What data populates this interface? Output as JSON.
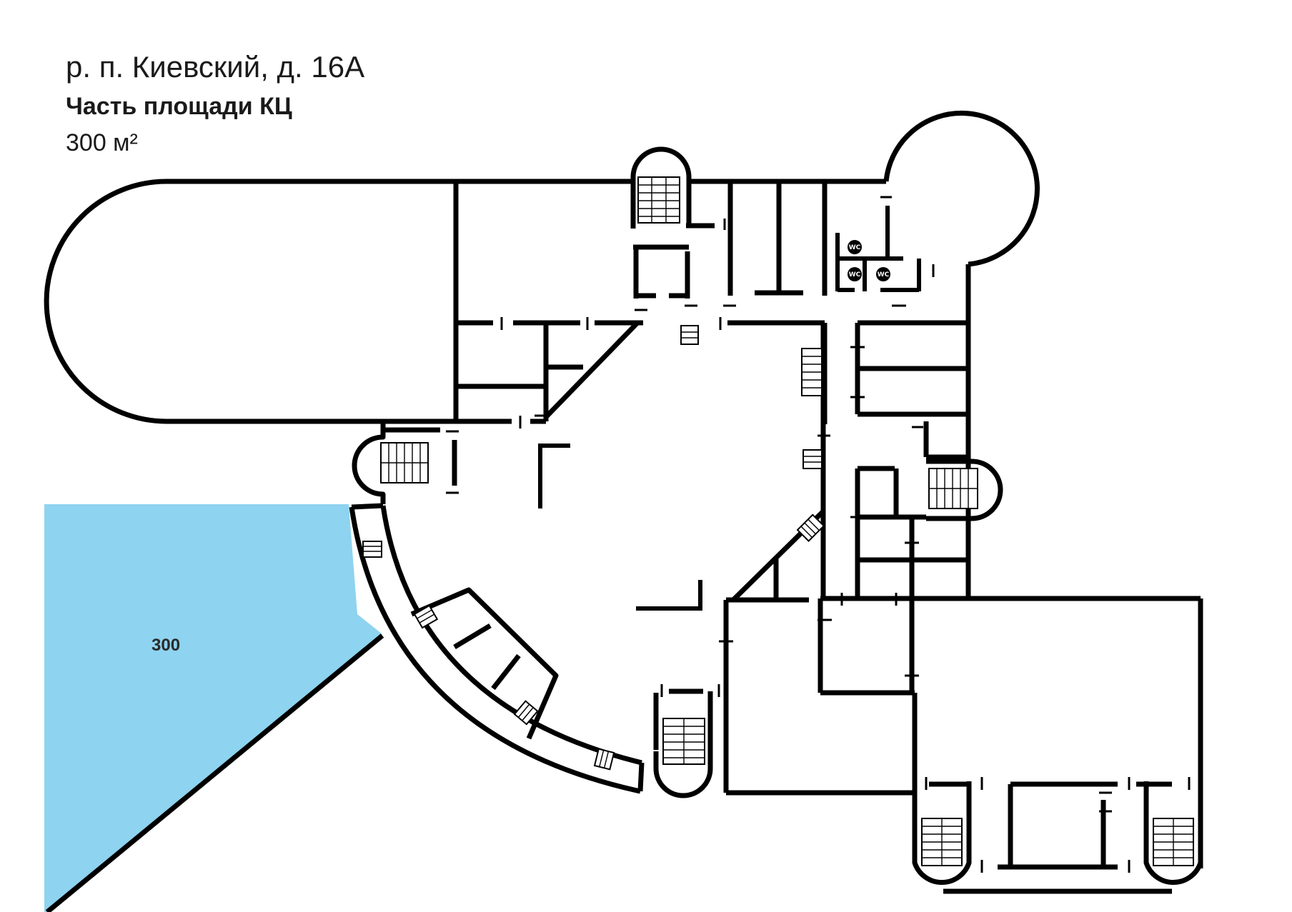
{
  "header": {
    "address": "р. п. Киевский, д. 16А",
    "subtitle": "Часть площади КЦ",
    "area": "300 м²"
  },
  "zone": {
    "label": "300",
    "fill_color": "#8ed3ef"
  },
  "wc_label": "WC",
  "colors": {
    "wall": "#000000",
    "background": "#ffffff",
    "highlight": "#8ed3ef"
  }
}
